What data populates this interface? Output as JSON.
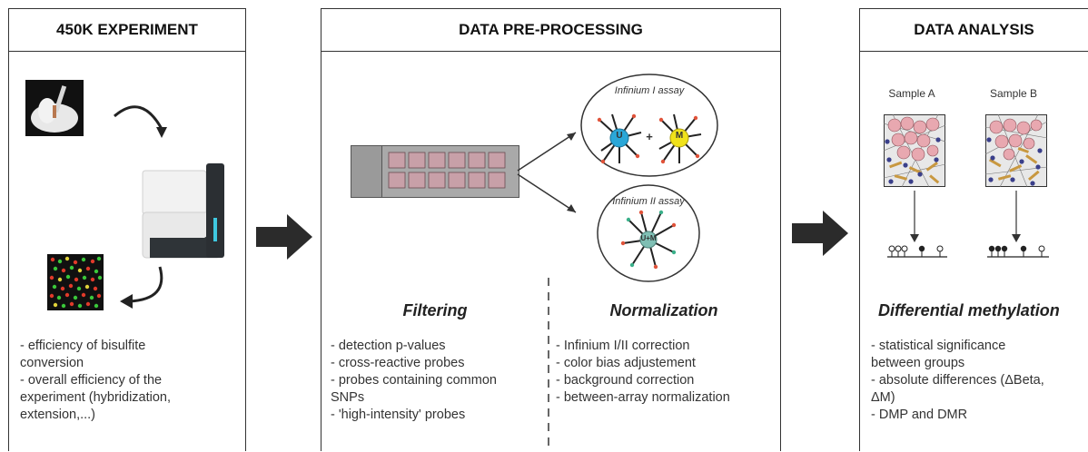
{
  "panels": {
    "experiment": {
      "title": "450K EXPERIMENT",
      "notes": [
        "- efficiency of bisulfite",
        "conversion",
        "- overall efficiency of the",
        "experiment (hybridization,",
        "extension,...)"
      ]
    },
    "preprocessing": {
      "title": "DATA PRE-PROCESSING",
      "assay1_label": "Infinium I assay",
      "assay2_label": "Infinium II assay",
      "assay1_left_letter": "U",
      "assay1_plus": "+",
      "assay1_right_letter": "M",
      "assay2_letter": "U+M",
      "filtering": {
        "title": "Filtering",
        "items": [
          "- detection p-values",
          "- cross-reactive probes",
          "- probes containing common",
          "SNPs",
          "- 'high-intensity' probes"
        ]
      },
      "normalization": {
        "title": "Normalization",
        "items": [
          "- Infinium I/II correction",
          "- color bias adjustement",
          "- background correction",
          "- between-array normalization"
        ]
      }
    },
    "analysis": {
      "title": "DATA ANALYSIS",
      "sample_a": "Sample A",
      "sample_b": "Sample B",
      "section_title": "Differential methylation",
      "items": [
        "- statistical significance",
        "between groups",
        "- absolute differences (ΔBeta,",
        "ΔM)",
        "- DMP and DMR"
      ]
    }
  },
  "colors": {
    "arrow": "#2b2b2b",
    "U_circle": "#2aa7d8",
    "M_circle": "#f0e21a",
    "probe_tip": "#e0533a",
    "probe_tip_green": "#3bb08a",
    "chip_well": "#c8a0a8",
    "cell_pink": "#e8a8b0",
    "cell_nucleus": "#3a3f8a"
  },
  "icons": {
    "arrow_between_panels": "right-block-arrow",
    "curved_arrow": "curved-arrow"
  }
}
